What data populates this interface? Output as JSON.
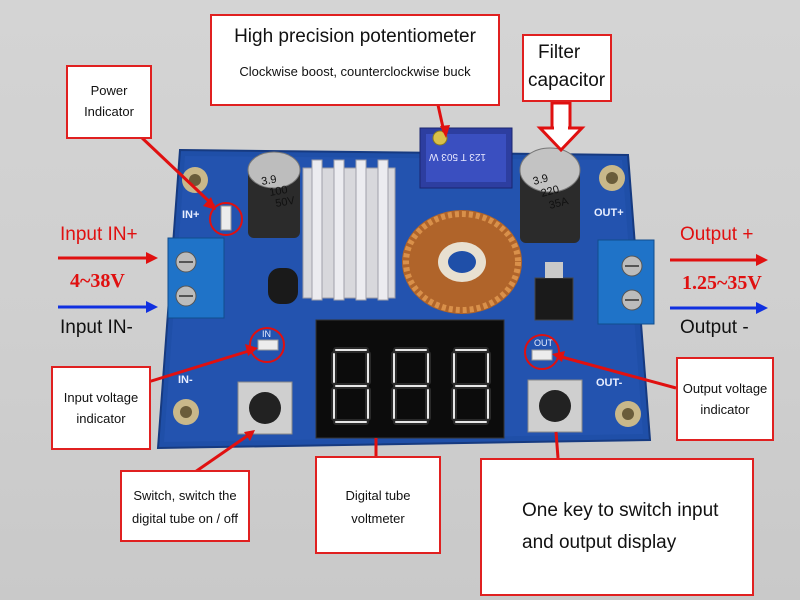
{
  "callouts": {
    "potentiometer_title": "High precision potentiometer",
    "potentiometer_desc": "Clockwise boost, counterclockwise buck",
    "filter_capacitor_line1": "Filter",
    "filter_capacitor_line2": "capacitor",
    "power_indicator_line1": "Power",
    "power_indicator_line2": "Indicator",
    "input_voltage_indicator_line1": "Input voltage",
    "input_voltage_indicator_line2": "indicator",
    "output_voltage_indicator_line1": "Output voltage",
    "output_voltage_indicator_line2": "indicator",
    "switch_line1": "Switch, switch the",
    "switch_line2": "digital tube on / off",
    "digital_tube_line1": "Digital tube",
    "digital_tube_line2": "voltmeter",
    "one_key_line1": "One key to switch input",
    "one_key_line2": "and output display"
  },
  "terminals": {
    "input_plus": "Input IN+",
    "input_range": "4~38V",
    "input_minus": "Input IN-",
    "output_plus": "Output +",
    "output_range": "1.25~35V",
    "output_minus": "Output -"
  },
  "board_marks": {
    "in_plus": "IN+",
    "in_minus": "IN-",
    "out_plus": "OUT+",
    "out_minus": "OUT-",
    "in_led": "IN",
    "out_led": "OUT",
    "cap_left_1": "3.9",
    "cap_left_2": "100",
    "cap_left_3": "50V",
    "cap_right_1": "3.9",
    "cap_right_2": "220",
    "cap_right_3": "35A",
    "pot_mark": "123 T 503 W"
  },
  "colors": {
    "callout_border": "#e02020",
    "arrow_red": "#e01010",
    "arrow_blue": "#1030e0",
    "pcb": "#1f4fa8"
  },
  "icons": {
    "display": "seven-segment-display",
    "buttons": "tactile-push-button"
  }
}
